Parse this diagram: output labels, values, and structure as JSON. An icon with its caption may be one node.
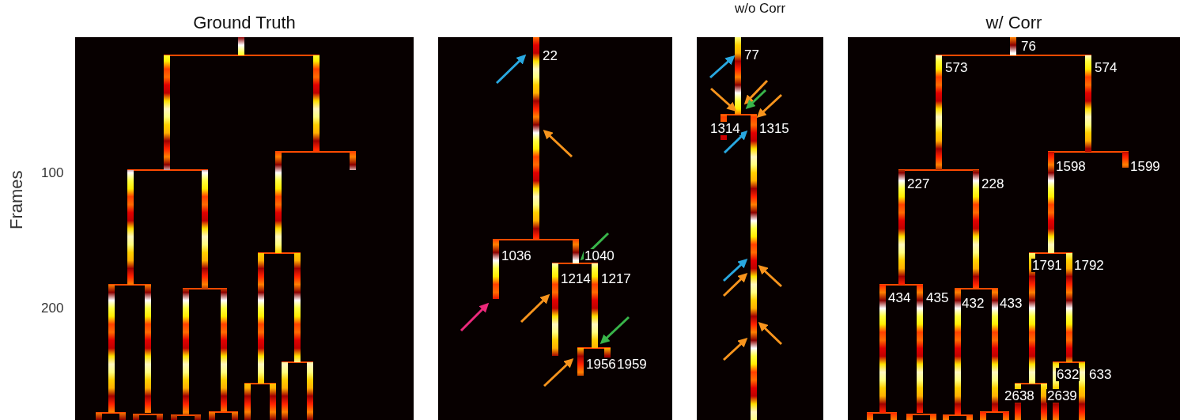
{
  "diagram": {
    "nodes": [
      {
        "text": [
          "Ground Truth"
        ]
      },
      {
        "text": [],
        "shape": "box"
      },
      {
        "text": [
          "w/o Corr"
        ]
      },
      {
        "text": [
          "w/ Corr"
        ]
      }
    ],
    "labels": [
      "Frames",
      "100",
      "200",
      "22",
      "1036",
      "1040",
      "1214",
      "1217",
      "1956",
      "1959",
      "77",
      "1314",
      "1315",
      "76",
      "573",
      "574",
      "1598",
      "1599",
      "227",
      "228",
      "434",
      "435",
      "432",
      "433",
      "1791",
      "1792",
      "632",
      "633",
      "2638",
      "2639"
    ]
  }
}
